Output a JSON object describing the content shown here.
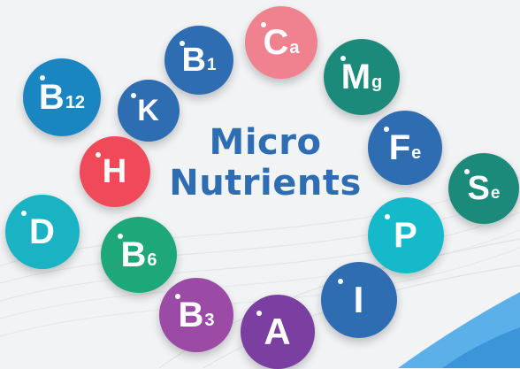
{
  "title": {
    "line1": "Micro",
    "line2": "Nutrients"
  },
  "colors": {
    "background": "#f2f3f5",
    "title": "#2f6db3",
    "wave": "#4aa9e9"
  },
  "nutrients": [
    {
      "id": "ca",
      "main": "C",
      "sub": "a",
      "color": "#f0818f"
    },
    {
      "id": "b1",
      "main": "B",
      "sub": "1",
      "color": "#2f6db3"
    },
    {
      "id": "mg",
      "main": "M",
      "sub": "g",
      "color": "#1b8a7a"
    },
    {
      "id": "b12",
      "main": "B",
      "sub": "12",
      "color": "#1a86c1"
    },
    {
      "id": "k",
      "main": "K",
      "sub": "",
      "color": "#2f6db3"
    },
    {
      "id": "fe",
      "main": "F",
      "sub": "e",
      "color": "#2f6db3"
    },
    {
      "id": "h",
      "main": "H",
      "sub": "",
      "color": "#f04a5a"
    },
    {
      "id": "se",
      "main": "S",
      "sub": "e",
      "color": "#1b8a7a"
    },
    {
      "id": "d",
      "main": "D",
      "sub": "",
      "color": "#1ab3c4"
    },
    {
      "id": "b6",
      "main": "B",
      "sub": "6",
      "color": "#1ea87a"
    },
    {
      "id": "p",
      "main": "P",
      "sub": "",
      "color": "#16b9c9"
    },
    {
      "id": "i",
      "main": "I",
      "sub": "",
      "color": "#2f6db3"
    },
    {
      "id": "b3",
      "main": "B",
      "sub": "3",
      "color": "#9b4ba6"
    },
    {
      "id": "a",
      "main": "A",
      "sub": "",
      "color": "#7a3fa1"
    }
  ]
}
